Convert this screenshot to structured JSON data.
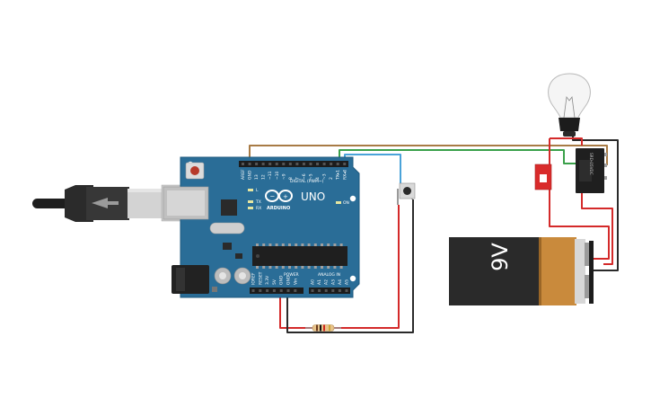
{
  "board": {
    "brand": "UNO",
    "maker": "ARDUINO",
    "digital_header": "DIGITAL (PWM~)",
    "power_header": "POWER",
    "analog_header": "ANALOG IN",
    "led_l": "L",
    "led_tx": "TX",
    "led_rx": "RX",
    "led_on": "ON",
    "digital_pins": [
      "AREF",
      "GND",
      "13",
      "12",
      "~11",
      "~10",
      "~9",
      "8",
      "7",
      "~6",
      "~5",
      "4",
      "~3",
      "2",
      "TX▸1",
      "RX◂0"
    ],
    "power_pins": [
      "IOREF",
      "RESET",
      "3.3V",
      "5V",
      "GND",
      "GND",
      "Vin"
    ],
    "analog_pins": [
      "A0",
      "A1",
      "A2",
      "A3",
      "A4",
      "A5"
    ]
  },
  "battery": {
    "label": "9V"
  },
  "relay": {
    "label": "SRD-05VDC"
  },
  "colors": {
    "board": "#2a6d97",
    "wire_red": "#d42a2a",
    "wire_black": "#2a2a2a",
    "wire_green": "#3aa04a",
    "wire_blue": "#4aa3d9",
    "wire_brown": "#a87b45",
    "battery_copper": "#c98a3c"
  }
}
